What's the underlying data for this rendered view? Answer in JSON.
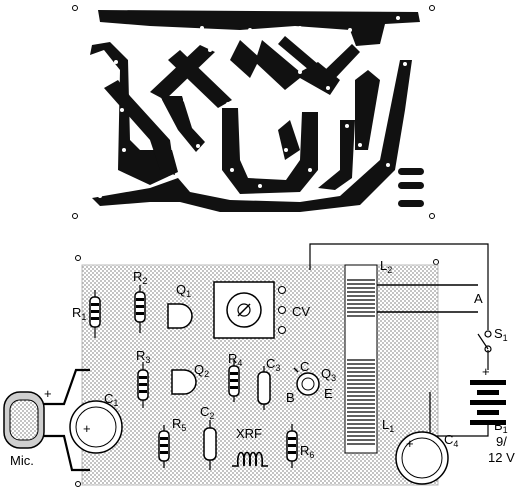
{
  "labels": {
    "R1": {
      "main": "R",
      "sub": "1"
    },
    "R2": {
      "main": "R",
      "sub": "2"
    },
    "R3": {
      "main": "R",
      "sub": "3"
    },
    "R4": {
      "main": "R",
      "sub": "4"
    },
    "R5": {
      "main": "R",
      "sub": "5"
    },
    "R6": {
      "main": "R",
      "sub": "6"
    },
    "Q1": {
      "main": "Q",
      "sub": "1"
    },
    "Q2": {
      "main": "Q",
      "sub": "2"
    },
    "Q3": {
      "main": "Q",
      "sub": "3"
    },
    "C1": {
      "main": "C",
      "sub": "1"
    },
    "C2": {
      "main": "C",
      "sub": "2"
    },
    "C3": {
      "main": "C",
      "sub": "3"
    },
    "C4": {
      "main": "C",
      "sub": "4"
    },
    "L1": {
      "main": "L",
      "sub": "1"
    },
    "L2": {
      "main": "L",
      "sub": "2"
    },
    "S1": {
      "main": "S",
      "sub": "1"
    },
    "B1": {
      "main": "B",
      "sub": "1"
    },
    "CV": "CV",
    "XRF": "XRF",
    "Mic": "Mic.",
    "A": "A",
    "pinC": "C",
    "pinB": "B",
    "pinE": "E",
    "voltage1": "9/",
    "voltage2": "12 V",
    "plus": "+"
  }
}
